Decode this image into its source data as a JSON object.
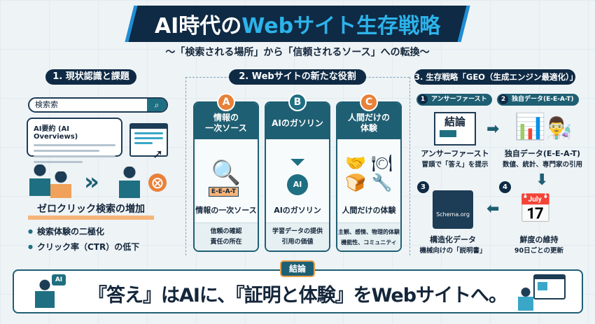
{
  "header": {
    "title_part1": "AI時代の",
    "title_part2": "Webサイト生存戦略",
    "subtitle": "〜「検索される場所」から「信頼されるソース」への転換〜"
  },
  "section1": {
    "label": "1. 現状認識と課題",
    "search_text": "検索索",
    "ai_summary": "AI要約 (AI Overviews)",
    "heading": "ゼロクリック検索の増加",
    "bullets": [
      "検索体験の二極化",
      "クリック率（CTR）の低下"
    ]
  },
  "section2": {
    "label": "2. Webサイトの新たな役割",
    "cards": [
      {
        "badge": "A",
        "title": "情報の\n一次ソース",
        "icon_label": "E-E-A-T",
        "name": "情報の一次ソース",
        "desc": [
          "信頼の確認",
          "責任の所在"
        ]
      },
      {
        "badge": "B",
        "title": "AIのガソリン",
        "icon_label": "AI",
        "name": "AIのガソリン",
        "desc": [
          "学習データの提供",
          "引用の価値"
        ]
      },
      {
        "badge": "C",
        "title": "人間だけの\n体験",
        "name": "人間だけの体験",
        "desc": [
          "主観、感情、物理的体験",
          "機能性、コミュニティ"
        ]
      }
    ]
  },
  "section3": {
    "label": "3. 生存戦略「GEO（生成エンジン最適化）」",
    "steps": [
      {
        "num": "1",
        "tag": "アンサーファースト",
        "icon_label": "結論",
        "title": "アンサーファースト",
        "desc": "冒頭で「答え」を提示"
      },
      {
        "num": "2",
        "tag": "独自データ(E-E-A-T)",
        "title": "独自データ(E-E-A-T)",
        "desc": "数値、統計、専門家の引用"
      },
      {
        "num": "3",
        "icon_label": "Schema.org",
        "title": "構造化データ",
        "desc": "機械向けの「説明書」"
      },
      {
        "num": "4",
        "title": "鮮度の維持",
        "desc": "90日ごとの更新"
      }
    ]
  },
  "conclusion": {
    "badge": "結論",
    "text": "『答え』はAIに、『証明と体験』をWebサイトへ。",
    "ai_bubble": "AI"
  },
  "colors": {
    "navy": "#0f2a44",
    "teal": "#1f5f73",
    "orange": "#e8813a",
    "accent_blue": "#2cb3ea"
  }
}
